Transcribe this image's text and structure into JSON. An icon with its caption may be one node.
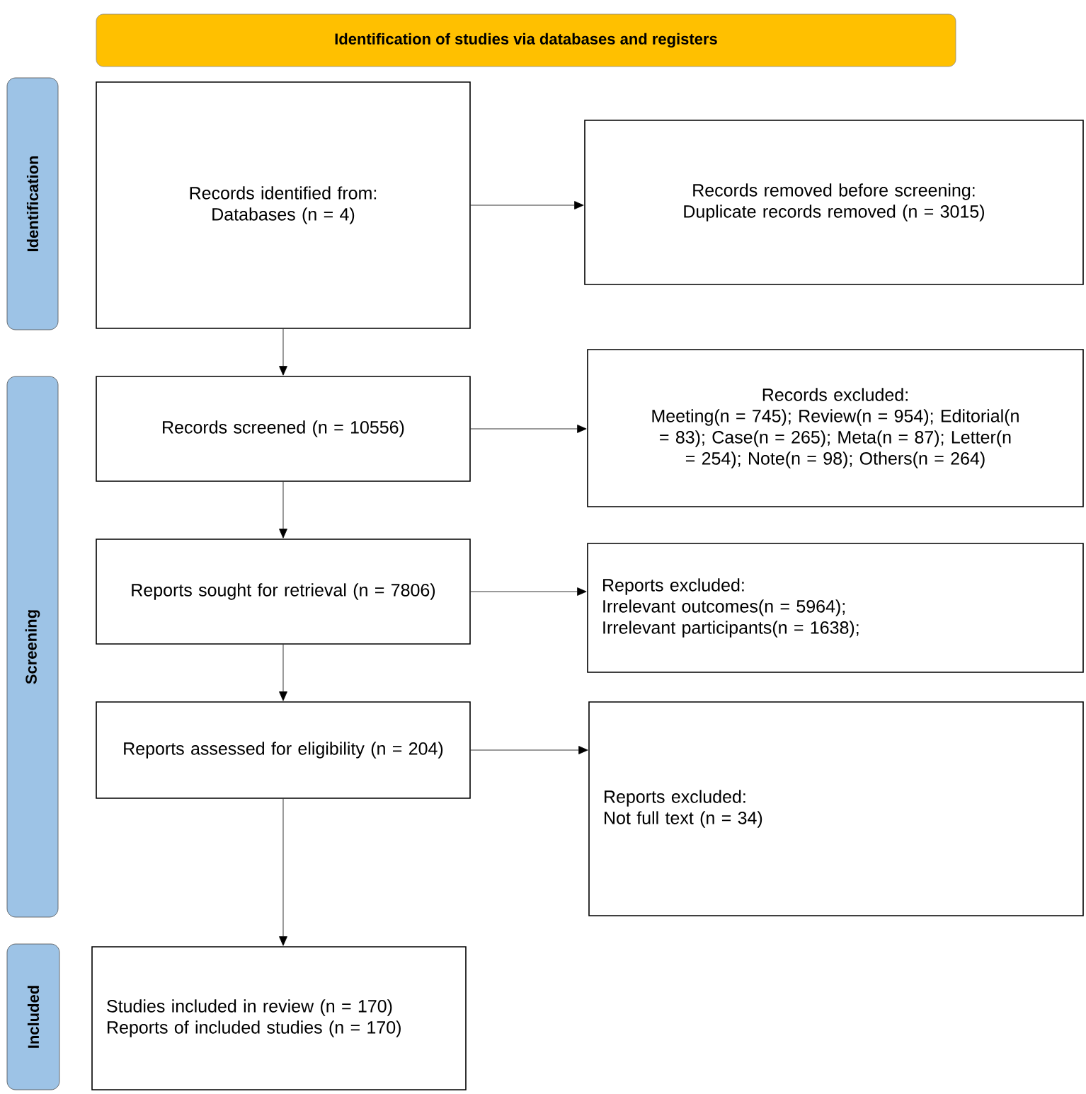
{
  "diagram": {
    "nodes": [
      {
        "text": [
          "Identification of studies via databases and registers"
        ]
      },
      {
        "text": [
          "Identification"
        ]
      },
      {
        "text": [
          "Screening"
        ]
      },
      {
        "text": [
          "Included"
        ]
      },
      {
        "text": [
          "Records identified from:",
          "Databases (n = 4)"
        ]
      },
      {
        "text": [
          "Records removed before screening:",
          "Duplicate records removed (n = 3015)"
        ]
      },
      {
        "text": [
          "Records screened (n = 10556)"
        ]
      },
      {
        "text": [
          "Records excluded:",
          "Meeting(n = 745); Review(n = 954); Editorial(n = 83); Case(n = 265); Meta(n = 87); Letter(n = 254); Note(n = 98); Others(n = 264)"
        ]
      },
      {
        "text": [
          "Reports sought for retrieval (n = 7806)"
        ]
      },
      {
        "text": [
          "Reports excluded:",
          "Irrelevant outcomes(n = 5964);",
          "Irrelevant participants(n = 1638);"
        ]
      },
      {
        "text": [
          "Reports assessed for eligibility (n = 204)"
        ]
      },
      {
        "text": [
          "Reports excluded:",
          "Not full text (n = 34)"
        ]
      },
      {
        "text": [
          "Studies included in review (n = 170)",
          "Reports of included studies (n = 170)"
        ]
      }
    ],
    "edges": [
      {
        "from": 4,
        "to": 5,
        "arrow": "to"
      },
      {
        "from": 4,
        "to": 6,
        "arrow": "to"
      },
      {
        "from": 6,
        "to": 7,
        "arrow": "to"
      },
      {
        "from": 6,
        "to": 8,
        "arrow": "to"
      },
      {
        "from": 8,
        "to": 9,
        "arrow": "to"
      },
      {
        "from": 8,
        "to": 10,
        "arrow": "to"
      },
      {
        "from": 10,
        "to": 11,
        "arrow": "to"
      },
      {
        "from": 10,
        "to": 12,
        "arrow": "to"
      }
    ]
  }
}
